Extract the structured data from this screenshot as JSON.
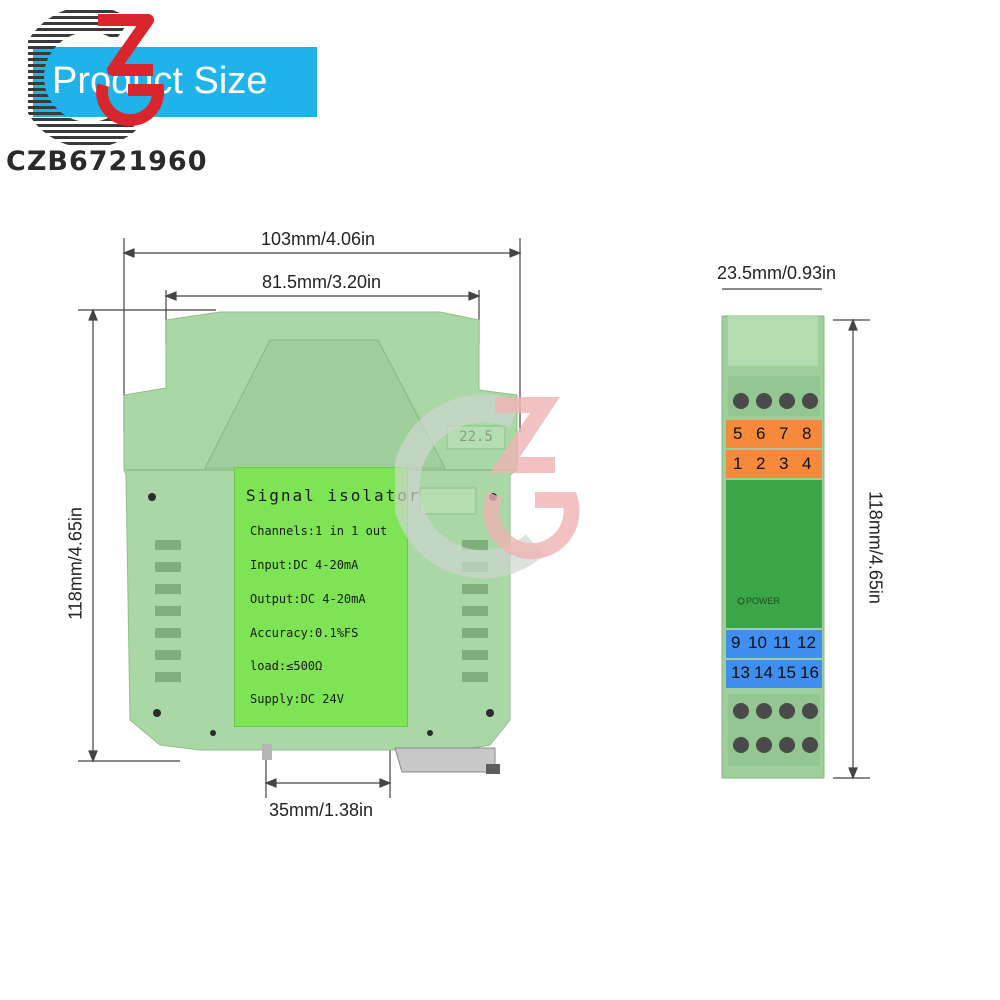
{
  "banner": {
    "title": "Product Size"
  },
  "brand": {
    "name": "CZB6721960"
  },
  "front_view": {
    "width_overall": "103mm/4.06in",
    "width_body": "81.5mm/3.20in",
    "height": "118mm/4.65in",
    "rail_width": "35mm/1.38in",
    "size_code": "22.5",
    "label": {
      "title": "Signal isolator",
      "lines": [
        "Channels:1 in 1 out",
        "Input:DC 4-20mA",
        "Output:DC 4-20mA",
        "Accuracy:0.1%FS",
        "load:≤500Ω",
        "Supply:DC 24V"
      ]
    }
  },
  "side_view": {
    "width": "23.5mm/0.93in",
    "height": "118mm/4.65in",
    "terminals": {
      "top_upper": [
        "5",
        "6",
        "7",
        "8"
      ],
      "top_lower": [
        "1",
        "2",
        "3",
        "4"
      ],
      "bottom_upper": [
        "9",
        "10",
        "11",
        "12"
      ],
      "bottom_lower": [
        "13",
        "14",
        "15",
        "16"
      ]
    },
    "power_label": "POWER"
  },
  "colors": {
    "banner": "#1fb3ea",
    "housing": "#a9d8a6",
    "label": "#7fe455",
    "terminal_orange": "#f58a3c",
    "terminal_blue": "#3f8ef0",
    "side_panel": "#3aa648"
  }
}
